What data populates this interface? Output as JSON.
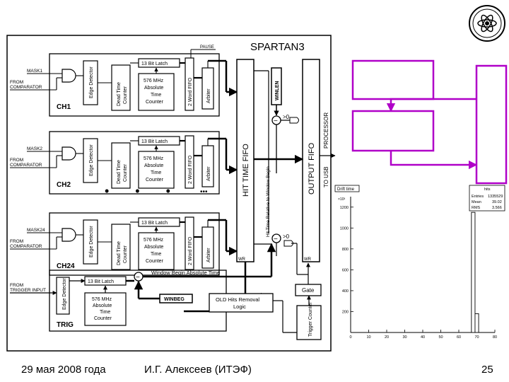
{
  "diagram": {
    "spartan_label": "SPARTAN3",
    "pause_label": "PAUSE",
    "channels": [
      {
        "mask": "MASK1",
        "from": "FROM",
        "comparator": "COMPARATOR",
        "name": "CH1"
      },
      {
        "mask": "MASK2",
        "from": "FROM",
        "comparator": "COMPARATOR",
        "name": "CH2"
      },
      {
        "mask": "MASK24",
        "from": "FROM",
        "comparator": "COMPARATOR",
        "name": "CH24"
      }
    ],
    "trig": {
      "from": "FROM",
      "input": "TRIGGER INPUT",
      "name": "TRIG"
    },
    "edge_detector": "Edge Detector",
    "dead_time_1": "Dead Time",
    "dead_time_2": "Counter",
    "latch_13": "13 Bit Latch",
    "counter_lines": [
      "576 MHz",
      "Absolute",
      "Time",
      "Counter"
    ],
    "word_fifo": "2 Word FIFO",
    "arbiter": "Arbiter",
    "hit_time_fifo": "HIT TIME FIFO",
    "output_fifo": "OUTPUT FIFO",
    "to_usb": "TO USB",
    "processor": "PROCESSOR",
    "winlen": "WINLEN",
    "winbeg": "WINBEG",
    "gt_zero": ">0",
    "hit_time_relative": "Hit Time Relative to Window Begin",
    "window_begin_abs": "Window Begin Absolute Time",
    "old_hits_1": "OLD Hits Removal",
    "old_hits_2": "Logic",
    "gate": "Gate",
    "trigger_counter": "Trigger Counter",
    "wr": "WR",
    "dots": "• • •",
    "dots_small": "•••",
    "minus": "−",
    "hist_title": "Drift time",
    "hist_stats_name": "hits",
    "hist_stats": [
      {
        "label": "Entries",
        "value": "1335529"
      },
      {
        "label": "Mean",
        "value": "39.02"
      },
      {
        "label": "RMS",
        "value": "3.566"
      }
    ],
    "hist_exponent": "×10³",
    "hist_yticks": [
      "200",
      "400",
      "600",
      "800",
      "1000",
      "1200"
    ],
    "hist_xticks": [
      "0",
      "10",
      "20",
      "30",
      "40",
      "50",
      "60",
      "70",
      "80"
    ]
  },
  "chart_data": {
    "type": "bar",
    "title": "Drift time",
    "xlim": [
      0,
      80
    ],
    "ylim": [
      0,
      1300
    ],
    "y_multiplier": "×10³",
    "bins": [
      {
        "x0": 67,
        "x1": 69,
        "value": 1150
      },
      {
        "x0": 69,
        "x1": 71,
        "value": 180
      }
    ],
    "stats": {
      "Entries": "1335529",
      "Mean": "39.02",
      "RMS": "3.566"
    }
  },
  "footer": {
    "date": "29 мая 2008 года",
    "author": "И.Г. Алексеев (ИТЭФ)",
    "page": "25"
  },
  "colors": {
    "magenta": "#b000c8",
    "ink": "#000000"
  }
}
